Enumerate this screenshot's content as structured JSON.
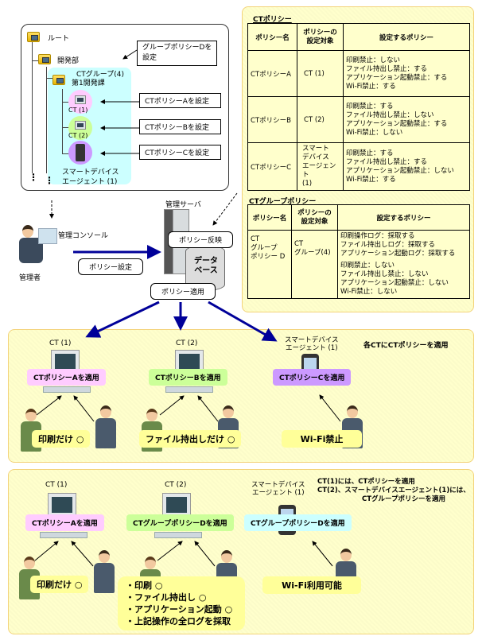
{
  "tree": {
    "root_label": "ルート",
    "dept_label": "開発部",
    "group_label": "CTグループ(4)",
    "section_label": "第1開発課",
    "ct1_label": "CT (1)",
    "ct2_label": "CT (2)",
    "smart_label_1": "スマートデバイス",
    "smart_label_2": "エージェント (1)",
    "callout_group_1": "グループポリシーDを",
    "callout_group_2": "設定",
    "callout_a": "CTポリシーAを設定",
    "callout_b": "CTポリシーBを設定",
    "callout_c": "CTポリシーCを設定",
    "ellipsis": "⋮"
  },
  "admin": {
    "console_label": "管理コンソール",
    "admin_label": "管理者",
    "policy_setting": "ポリシー設定"
  },
  "server": {
    "label": "管理サーバ",
    "reflect": "ポリシー反映",
    "db_1": "データ",
    "db_2": "ベース",
    "apply": "ポリシー適用"
  },
  "ct_policy": {
    "title": "CTポリシー",
    "headers": [
      "ポリシー名",
      "ポリシーの\n設定対象",
      "設定するポリシー"
    ],
    "header_name": "ポリシー名",
    "header_target_1": "ポリシーの",
    "header_target_2": "設定対象",
    "header_policy": "設定するポリシー",
    "rows": [
      {
        "name": "CTポリシーA",
        "target": "CT (1)",
        "policies": [
          "印刷禁止：しない",
          "ファイル持出し禁止：する",
          "アプリケーション起動禁止：する",
          "Wi-Fi禁止：する"
        ]
      },
      {
        "name": "CTポリシーB",
        "target": "CT (2)",
        "policies": [
          "印刷禁止：する",
          "ファイル持出し禁止：しない",
          "アプリケーション起動禁止：する",
          "Wi-Fi禁止：しない"
        ]
      },
      {
        "name": "CTポリシーC",
        "target_lines": [
          "スマート",
          "デバイス",
          "エージェント",
          "(1)"
        ],
        "policies": [
          "印刷禁止：する",
          "ファイル持出し禁止：する",
          "アプリケーション起動禁止：しない",
          "Wi-Fi禁止：する"
        ]
      }
    ]
  },
  "group_policy": {
    "title": "CTグループポリシー",
    "header_name": "ポリシー名",
    "header_target_1": "ポリシーの",
    "header_target_2": "設定対象",
    "header_policy": "設定するポリシー",
    "row": {
      "name_lines": [
        "CT",
        "グループ",
        "ポリシー D"
      ],
      "target_lines": [
        "CT",
        "グループ(4)"
      ],
      "log_policies": [
        "印刷操作ログ：採取する",
        "ファイル持出しログ：採取する",
        "アプリケーション起動ログ：採取する"
      ],
      "policies": [
        "印刷禁止：しない",
        "ファイル持出し禁止：しない",
        "アプリケーション起動禁止：しない",
        "Wi-Fi禁止：しない"
      ]
    }
  },
  "scenario1": {
    "note": "各CTにCTポリシーを適用",
    "ct1_label": "CT (1)",
    "ct2_label": "CT (2)",
    "smart_label_1": "スマートデバイス",
    "smart_label_2": "エージェント (1)",
    "tag_a": "CTポリシーAを適用",
    "tag_b": "CTポリシーBを適用",
    "tag_c": "CTポリシーCを適用",
    "result_1": "印刷だけ ○",
    "result_2": "ファイル持出しだけ ○",
    "result_3": "Wi-Fi禁止"
  },
  "scenario2": {
    "note_1": "CT(1)には、CTポリシーを適用",
    "note_2": "CT(2)、スマートデバイスエージェント(1)には、",
    "note_3": "CTグループポリシーを適用",
    "ct1_label": "CT (1)",
    "ct2_label": "CT (2)",
    "smart_label_1": "スマートデバイス",
    "smart_label_2": "エージェント (1)",
    "tag_a": "CTポリシーAを適用",
    "tag_d1": "CTグループポリシーDを適用",
    "tag_d2": "CTグループポリシーDを適用",
    "result_1": "印刷だけ ○",
    "result_2_items": [
      "・印刷 ○",
      "・ファイル持出し ○",
      "・アプリケーション起動 ○",
      "・上記操作の全ログを採取"
    ],
    "result_3": "Wi-Fi利用可能"
  },
  "colors": {
    "panel_bg": "#ffffcc",
    "group_bg": "#ccffff",
    "pink": "#ffccff",
    "green": "#ccff99",
    "purple": "#cc99ff",
    "cyan": "#ccffff",
    "arrow_blue": "#000099",
    "result_yellow": "#ffff99"
  }
}
